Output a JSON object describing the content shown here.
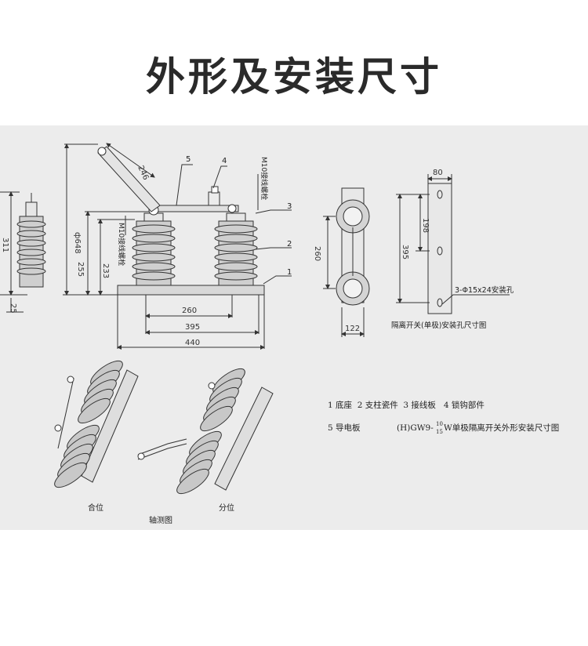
{
  "title": "外形及安装尺寸",
  "front_view": {
    "dims": {
      "d246": "246",
      "d648": "ф648",
      "d255": "255",
      "d233": "233",
      "d260": "260",
      "d395": "395",
      "d440": "440",
      "d311": "311",
      "d25": "25"
    },
    "callouts": [
      "5",
      "4",
      "3",
      "2",
      "1"
    ],
    "bolt_label_top": "M10接线螺栓",
    "bolt_label_left": "M10接线螺栓"
  },
  "plan_view": {
    "dims": {
      "d260": "260",
      "d122": "122"
    }
  },
  "hole_view": {
    "dims": {
      "d80": "80",
      "d198": "198",
      "d395": "395"
    },
    "hole_note": "3-Φ15x24安装孔",
    "caption": "隔离开关(单极)安装孔尺寸图"
  },
  "iso_view": {
    "closed_label": "合位",
    "open_label": "分位",
    "caption": "轴测图"
  },
  "legend": {
    "line1": "1 底座  2 支柱瓷件  3 接线板   4 锁钩部件",
    "line2_a": "5 导电板",
    "line2_b": "(H)GW9-",
    "line2_frac_top": "10",
    "line2_frac_bottom": "15",
    "line2_c": "W单极隔离开关外形安装尺寸图"
  }
}
